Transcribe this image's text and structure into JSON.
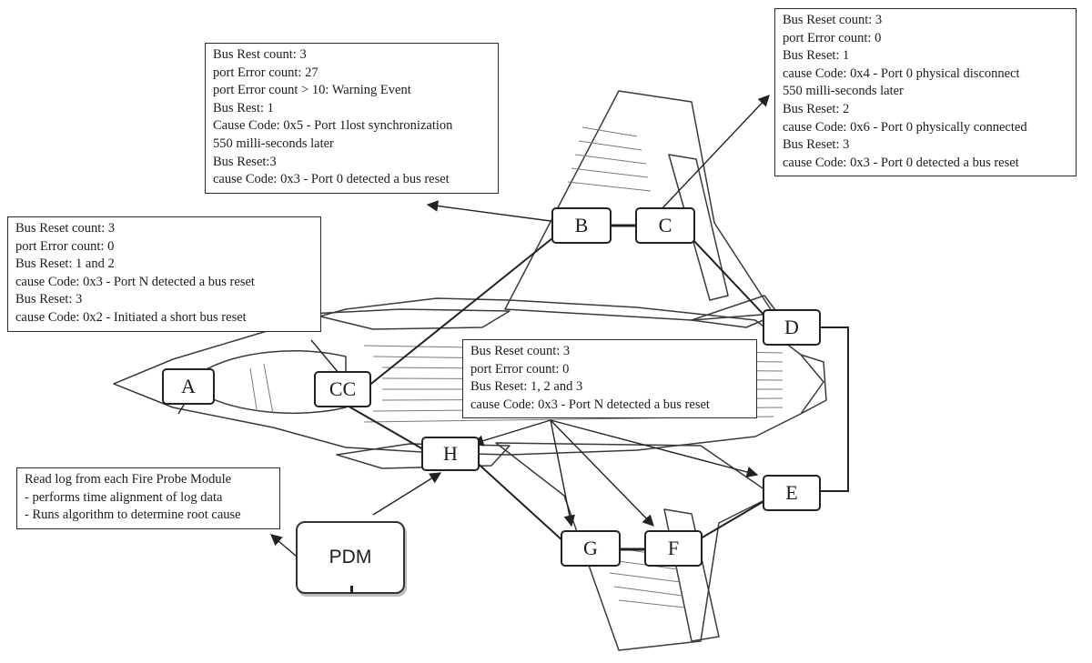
{
  "callouts": {
    "cc_log": {
      "lines": [
        "Bus Reset count: 3",
        "port Error count: 0",
        "Bus Reset: 1 and 2",
        "cause Code: 0x3 - Port N detected a bus reset",
        "Bus Reset: 3",
        "cause Code: 0x2 - Initiated a short bus reset"
      ]
    },
    "b_log": {
      "lines": [
        "Bus Rest count: 3",
        "port Error count: 27",
        "port Error count > 10: Warning Event",
        "Bus Rest: 1",
        "Cause Code: 0x5 - Port 1lost synchronization",
        "550 milli-seconds later",
        "Bus Reset:3",
        "cause Code: 0x3 - Port 0 detected a bus reset"
      ]
    },
    "c_log": {
      "lines": [
        "Bus Reset count: 3",
        "port Error count: 0",
        "Bus Reset: 1",
        "cause Code: 0x4 - Port 0 physical disconnect",
        "550 milli-seconds later",
        "Bus Reset: 2",
        "cause Code: 0x6 - Port 0 physically connected",
        "Bus Reset: 3",
        "cause Code: 0x3 - Port 0 detected a bus reset"
      ]
    },
    "hgfe_log": {
      "lines": [
        "Bus Reset count: 3",
        "port Error count: 0",
        "Bus Reset: 1, 2 and 3",
        "cause Code: 0x3 - Port N detected a bus reset"
      ]
    },
    "pdm_note": {
      "lines": [
        "Read log from each Fire Probe Module",
        "- performs time alignment of log data",
        "- Runs algorithm to determine root cause"
      ]
    }
  },
  "nodes": {
    "A": "A",
    "CC": "CC",
    "B": "B",
    "C": "C",
    "D": "D",
    "E": "E",
    "F": "F",
    "G": "G",
    "H": "H"
  },
  "pdm_label": "PDM",
  "colors": {
    "ink": "#1c1c1c",
    "aircraft_outline": "#3a3a3a",
    "background": "#ffffff"
  }
}
